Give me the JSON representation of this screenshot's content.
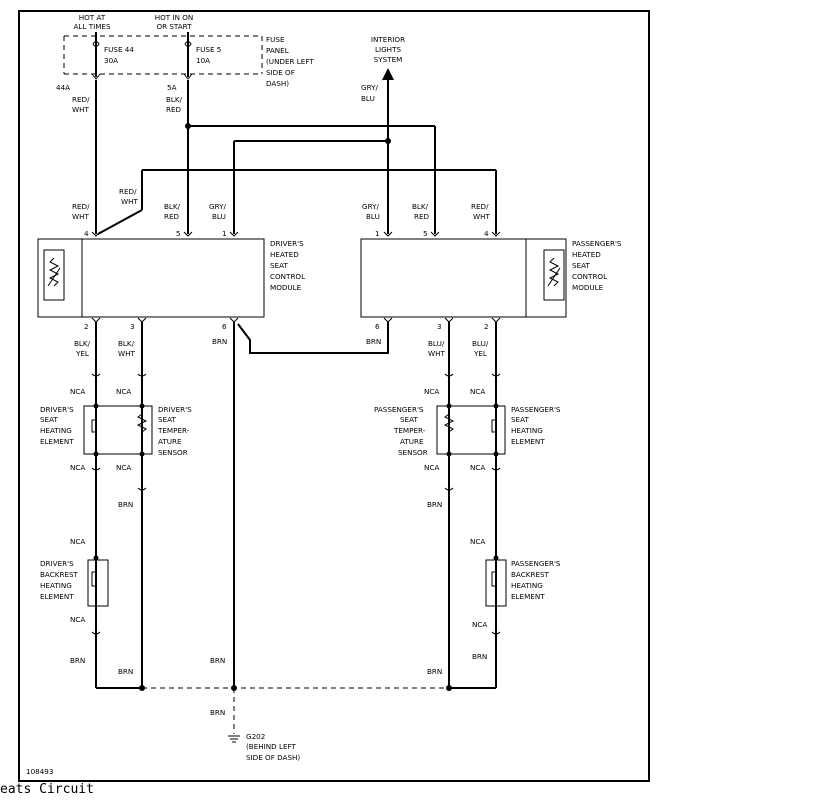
{
  "caption": "eats Circuit",
  "figure_id": "108493",
  "supply": {
    "hot_always": [
      "HOT AT",
      "ALL TIMES"
    ],
    "hot_run": [
      "HOT IN ON",
      "OR START"
    ],
    "fuse44": [
      "FUSE 44",
      "30A"
    ],
    "fuse5": [
      "FUSE 5",
      "10A"
    ],
    "fuse_panel": [
      "FUSE",
      "PANEL",
      "(UNDER LEFT",
      "SIDE OF",
      "DASH)"
    ],
    "term_44a": "44A",
    "term_5a": "5A",
    "wire_redwht": [
      "RED/",
      "WHT"
    ],
    "wire_blkred": [
      "BLK/",
      "RED"
    ]
  },
  "interior": {
    "label": [
      "INTERIOR",
      "LIGHTS",
      "SYSTEM"
    ],
    "wire": [
      "GRY/",
      "BLU"
    ]
  },
  "driver": {
    "module_label": [
      "DRIVER'S",
      "HEATED",
      "SEAT",
      "CONTROL",
      "MODULE"
    ],
    "pin4": "4",
    "pin5": "5",
    "pin1": "1",
    "pin2": "2",
    "pin3": "3",
    "pin6": "6",
    "wire_pin4": [
      "RED/",
      "WHT"
    ],
    "wire_jumper": [
      "RED/",
      "WHT"
    ],
    "wire_pin5": [
      "BLK/",
      "RED"
    ],
    "wire_pin1": [
      "GRY/",
      "BLU"
    ],
    "wire_pin2": [
      "BLK/",
      "YEL"
    ],
    "wire_pin3": [
      "BLK/",
      "WHT"
    ],
    "wire_pin6": "BRN",
    "nca": "NCA",
    "seat_element": [
      "DRIVER'S",
      "SEAT",
      "HEATING",
      "ELEMENT"
    ],
    "temp_sensor": [
      "DRIVER'S",
      "SEAT",
      "TEMPER-",
      "ATURE",
      "SENSOR"
    ],
    "backrest": [
      "DRIVER'S",
      "BACKREST",
      "HEATING",
      "ELEMENT"
    ],
    "brn": "BRN"
  },
  "passenger": {
    "module_label": [
      "PASSENGER'S",
      "HEATED",
      "SEAT",
      "CONTROL",
      "MODULE"
    ],
    "pin1": "1",
    "pin5": "5",
    "pin4": "4",
    "pin6": "6",
    "pin3": "3",
    "pin2": "2",
    "wire_pin1": [
      "GRY/",
      "BLU"
    ],
    "wire_pin5": [
      "BLK/",
      "RED"
    ],
    "wire_pin4": [
      "RED/",
      "WHT"
    ],
    "wire_pin6": "BRN",
    "wire_pin3": [
      "BLU/",
      "WHT"
    ],
    "wire_pin2": [
      "BLU/",
      "YEL"
    ],
    "nca": "NCA",
    "temp_sensor": [
      "PASSENGER'S",
      "SEAT",
      "TEMPER-",
      "ATURE",
      "SENSOR"
    ],
    "seat_element": [
      "PASSENGER'S",
      "SEAT",
      "HEATING",
      "ELEMENT"
    ],
    "backrest": [
      "PASSENGER'S",
      "BACKREST",
      "HEATING",
      "ELEMENT"
    ],
    "brn": "BRN"
  },
  "ground": {
    "wire": "BRN",
    "label": [
      "G202",
      "(BEHIND LEFT",
      "SIDE OF DASH)"
    ]
  }
}
